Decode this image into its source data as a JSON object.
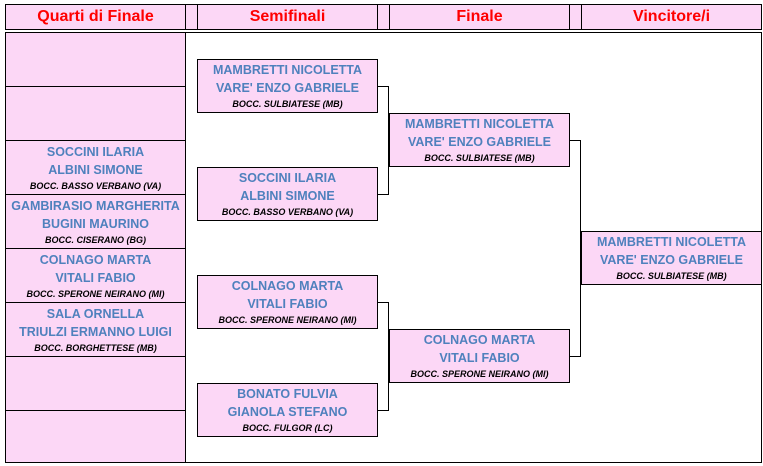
{
  "headers": {
    "quarti": "Quarti di Finale",
    "semi": "Semifinali",
    "finale": "Finale",
    "vincitore": "Vincitore/i"
  },
  "quarti": [
    {
      "p1": "",
      "p2": "",
      "club": ""
    },
    {
      "p1": "",
      "p2": "",
      "club": ""
    },
    {
      "p1": "SOCCINI ILARIA",
      "p2": "ALBINI SIMONE",
      "club": "BOCC. BASSO VERBANO (VA)"
    },
    {
      "p1": "GAMBIRASIO MARGHERITA",
      "p2": "BUGINI MAURINO",
      "club": "BOCC. CISERANO (BG)"
    },
    {
      "p1": "COLNAGO MARTA",
      "p2": "VITALI FABIO",
      "club": "BOCC. SPERONE NEIRANO (MI)"
    },
    {
      "p1": "SALA ORNELLA",
      "p2": "TRIULZI ERMANNO LUIGI",
      "club": "BOCC. BORGHETTESE (MB)"
    },
    {
      "p1": "",
      "p2": "",
      "club": ""
    },
    {
      "p1": "",
      "p2": "",
      "club": ""
    }
  ],
  "semi": [
    {
      "p1": "MAMBRETTI NICOLETTA",
      "p2": "VARE' ENZO GABRIELE",
      "club": "BOCC. SULBIATESE (MB)"
    },
    {
      "p1": "SOCCINI ILARIA",
      "p2": "ALBINI SIMONE",
      "club": "BOCC. BASSO VERBANO (VA)"
    },
    {
      "p1": "COLNAGO MARTA",
      "p2": "VITALI FABIO",
      "club": "BOCC. SPERONE NEIRANO (MI)"
    },
    {
      "p1": "BONATO FULVIA",
      "p2": "GIANOLA STEFANO",
      "club": "BOCC. FULGOR (LC)"
    }
  ],
  "finale": [
    {
      "p1": "MAMBRETTI NICOLETTA",
      "p2": "VARE' ENZO GABRIELE",
      "club": "BOCC. SULBIATESE (MB)"
    },
    {
      "p1": "COLNAGO MARTA",
      "p2": "VITALI FABIO",
      "club": "BOCC. SPERONE NEIRANO (MI)"
    }
  ],
  "vincitore": {
    "p1": "MAMBRETTI NICOLETTA",
    "p2": "VARE' ENZO GABRIELE",
    "club": "BOCC. SULBIATESE (MB)"
  }
}
